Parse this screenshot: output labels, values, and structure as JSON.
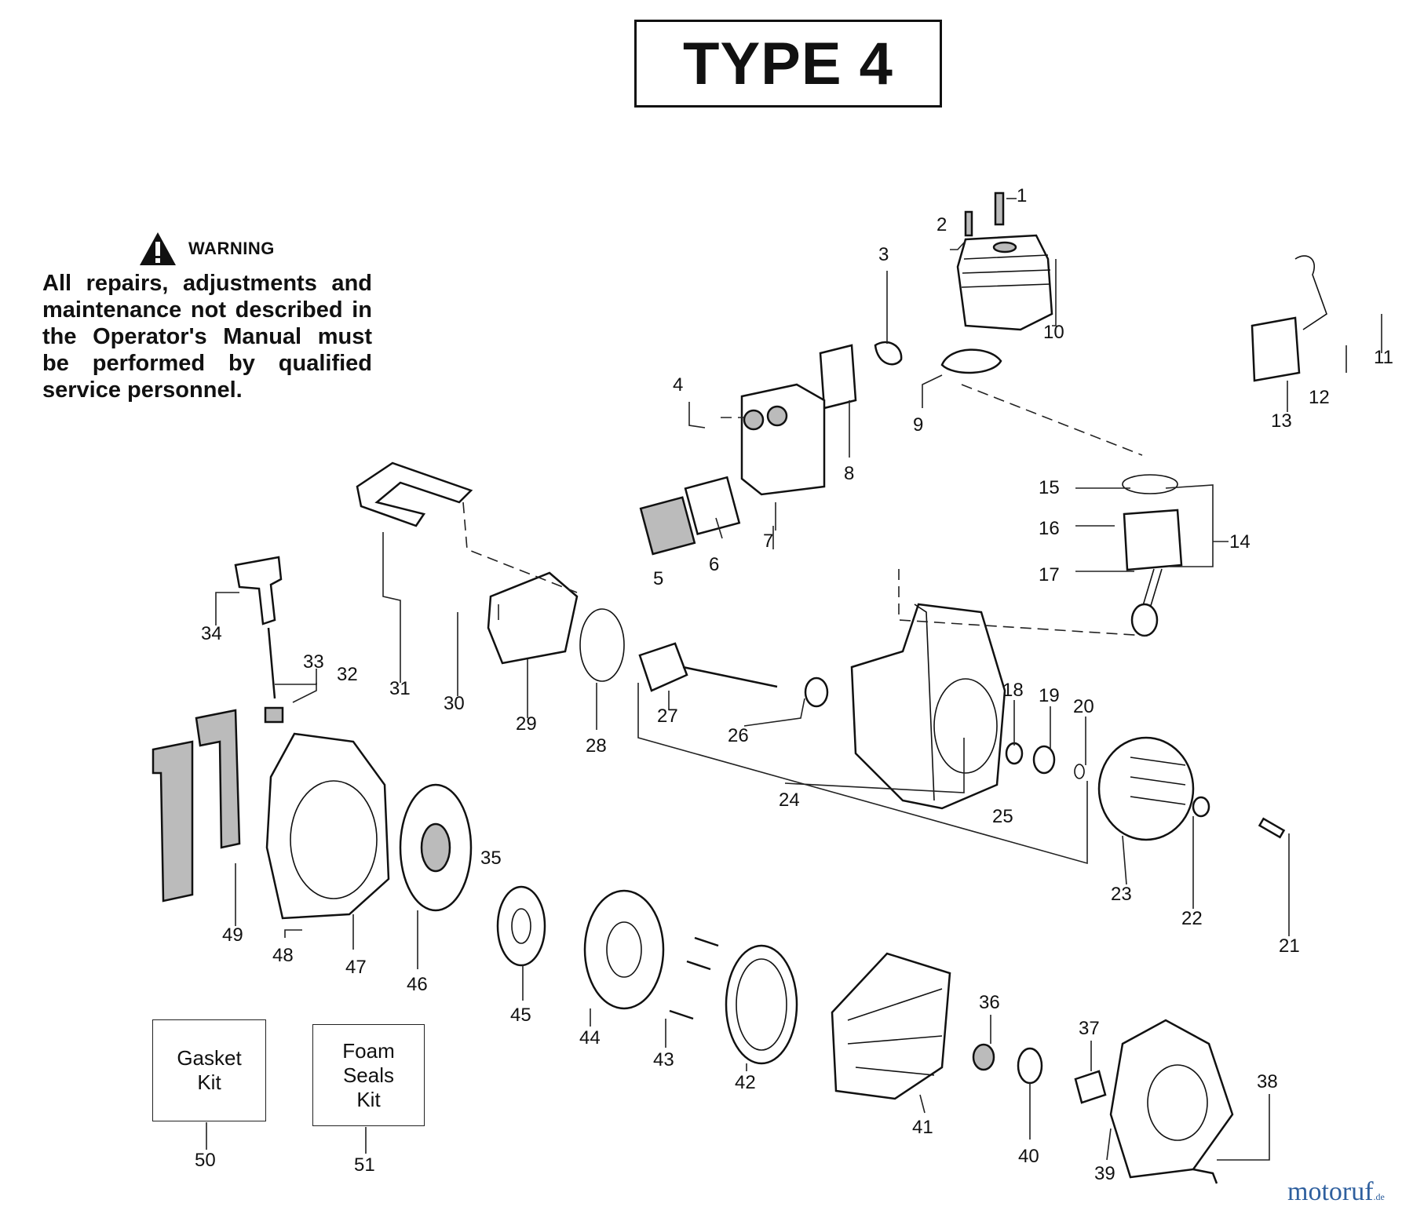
{
  "title": "TYPE 4",
  "warning": {
    "icon": "warning-triangle-icon",
    "label": "WARNING",
    "text": "All repairs, adjustments and maintenance not described in the Operator's Manual must be performed by qualified service personnel."
  },
  "kits": {
    "gasket": {
      "label": "Gasket\nKit",
      "number": "50"
    },
    "foam": {
      "label": "Foam\nSeals\nKit",
      "number": "51"
    }
  },
  "callouts": [
    "1",
    "2",
    "3",
    "4",
    "5",
    "6",
    "7",
    "8",
    "9",
    "10",
    "11",
    "12",
    "13",
    "14",
    "15",
    "16",
    "17",
    "18",
    "19",
    "20",
    "21",
    "22",
    "23",
    "24",
    "25",
    "26",
    "27",
    "28",
    "29",
    "30",
    "31",
    "32",
    "33",
    "34",
    "35",
    "36",
    "37",
    "38",
    "39",
    "40",
    "41",
    "42",
    "43",
    "44",
    "45",
    "46",
    "47",
    "48",
    "49"
  ],
  "watermark": {
    "text": "motoruf",
    "suffix": ".de"
  }
}
